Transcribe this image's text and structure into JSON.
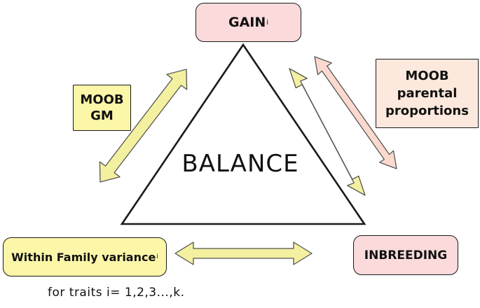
{
  "nodes": {
    "gain": {
      "label": "GAIN",
      "subscript": "i"
    },
    "moob_gm": {
      "line1": "MOOB",
      "line2": "GM"
    },
    "moob_parental": {
      "line1": "MOOB",
      "line2": "parental",
      "line3": "proportions"
    },
    "within_family": {
      "label": "Within Family variance",
      "subscript": "i"
    },
    "inbreeding": {
      "label": "INBREEDING"
    }
  },
  "center_label": "BALANCE",
  "footnote": "for traits i= 1,2,3...,k.",
  "colors": {
    "pink_fill": "#fadada",
    "peach_fill": "#fde8dd",
    "yellow_fill": "#fbf6a8",
    "yellow_arrow": "#f3f0a0",
    "pink_arrow": "#fbd9cf",
    "outline": "#1a1a1a"
  }
}
